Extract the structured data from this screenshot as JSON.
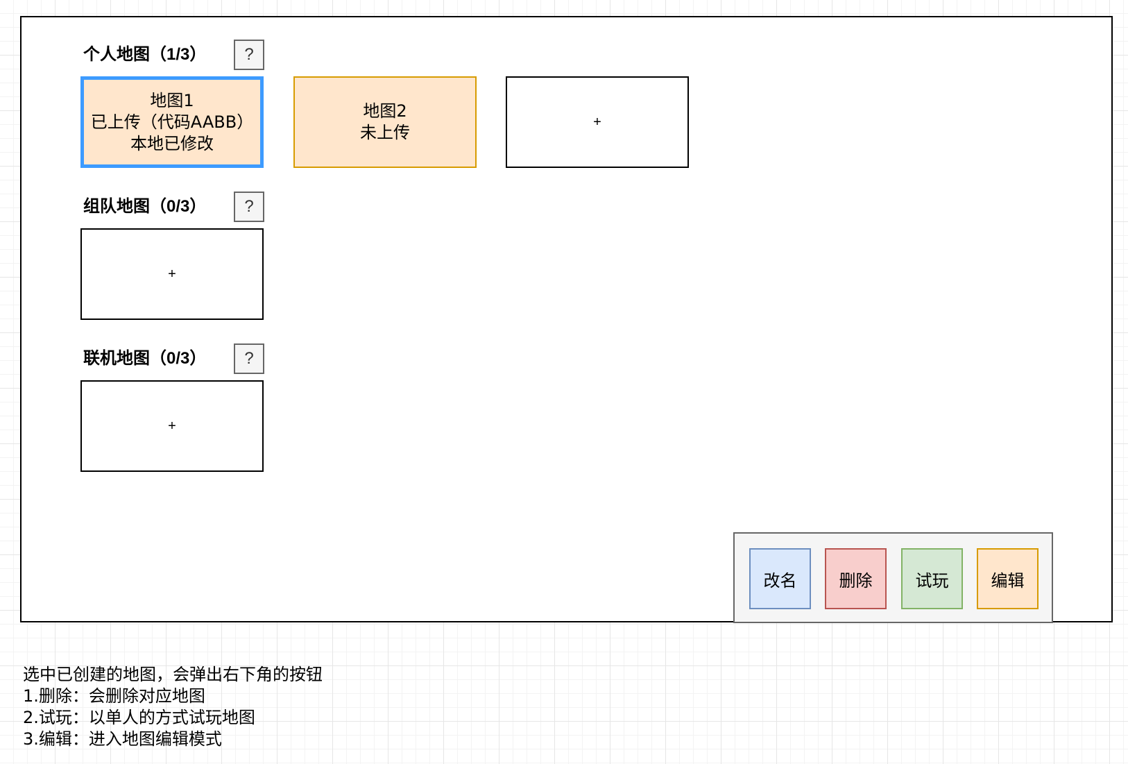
{
  "sections": {
    "personal": {
      "title": "个人地图（1/3）",
      "help": "?",
      "cards": [
        {
          "lines": [
            "地图1",
            "已上传（代码AABB）",
            "本地已修改"
          ]
        },
        {
          "lines": [
            "地图2",
            "未上传"
          ]
        },
        {
          "lines": [
            "+"
          ]
        }
      ]
    },
    "team": {
      "title": "组队地图（0/3）",
      "help": "?",
      "cards": [
        {
          "lines": [
            "+"
          ]
        }
      ]
    },
    "online": {
      "title": "联机地图（0/3）",
      "help": "?",
      "cards": [
        {
          "lines": [
            "+"
          ]
        }
      ]
    }
  },
  "actions": {
    "rename": "改名",
    "delete": "删除",
    "try": "试玩",
    "edit": "编辑"
  },
  "notes": [
    "选中已创建的地图，会弹出右下角的按钮",
    "1.删除：会删除对应地图",
    "2.试玩：以单人的方式试玩地图",
    "3.编辑：进入地图编辑模式"
  ],
  "colors": {
    "selected_border": "#3d9bff",
    "map_fill": "#ffe6cc",
    "map_border": "#d79b00",
    "rename_fill": "#dae8fc",
    "delete_fill": "#f8cecc",
    "try_fill": "#d5e8d4",
    "edit_fill": "#ffe6cc"
  },
  "icons": {
    "help": "question-mark",
    "add": "plus"
  }
}
